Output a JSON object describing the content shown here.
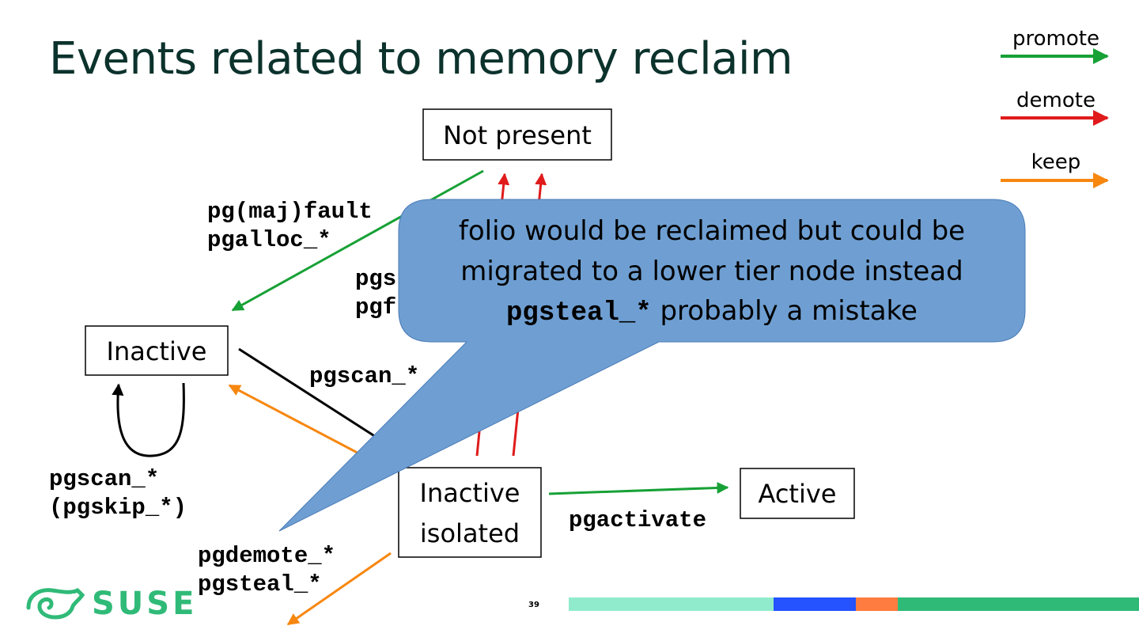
{
  "title": "Events related to memory reclaim",
  "legend": {
    "promote": "promote",
    "demote": "demote",
    "keep": "keep"
  },
  "colors": {
    "promote": "#17a136",
    "demote": "#e01b1b",
    "keep": "#f7870f",
    "callout_fill": "#6f9fd2",
    "title": "#0c322c",
    "brand_green": "#30ba78"
  },
  "states": {
    "not_present": "Not present",
    "inactive": "Inactive",
    "inactive_isolated_line1": "Inactive",
    "inactive_isolated_line2": "isolated",
    "active": "Active"
  },
  "labels": {
    "fault_line1": "pg(maj)fault",
    "fault_line2": "pgalloc_*",
    "steal_line1": "pgs",
    "steal_line2": "pgf",
    "scan_to_isolated": "pgscan_*",
    "self_loop_line1": "pgscan_*",
    "self_loop_line2": "(pgskip_*)",
    "activate": "pgactivate",
    "demote_line1": "pgdemote_*",
    "demote_line2": "pgsteal_*"
  },
  "callout": {
    "line1": "folio would be reclaimed but could be",
    "line2": "migrated to a lower tier node instead",
    "line3_code": "pgsteal_*",
    "line3_rest": " probably a mistake"
  },
  "footer": {
    "logo": "SUSE",
    "page_number": "39"
  }
}
